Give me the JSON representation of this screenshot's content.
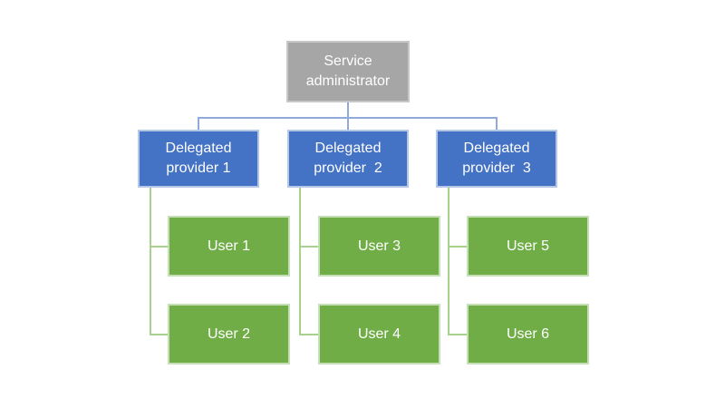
{
  "diagram": {
    "type": "org-chart",
    "root": {
      "label": "Service\nadministrator"
    },
    "providers": [
      {
        "label": "Delegated\nprovider 1"
      },
      {
        "label": "Delegated\nprovider  2"
      },
      {
        "label": "Delegated\nprovider  3"
      }
    ],
    "users": [
      {
        "label": "User 1",
        "parent": "Delegated provider 1"
      },
      {
        "label": "User 2",
        "parent": "Delegated provider 1"
      },
      {
        "label": "User 3",
        "parent": "Delegated provider 2"
      },
      {
        "label": "User 4",
        "parent": "Delegated provider 2"
      },
      {
        "label": "User 5",
        "parent": "Delegated provider 3"
      },
      {
        "label": "User 6",
        "parent": "Delegated provider 3"
      }
    ],
    "colors": {
      "background": "#ffffff",
      "root_fill": "#a6a6a6",
      "root_border": "#c8c8c8",
      "provider_fill": "#4472c4",
      "provider_border": "#b4c7e7",
      "user_fill": "#70ad47",
      "user_border": "#c5e0b4",
      "connector_blue": "#8faadc",
      "connector_green": "#a9d18e",
      "text": "#ffffff"
    }
  }
}
